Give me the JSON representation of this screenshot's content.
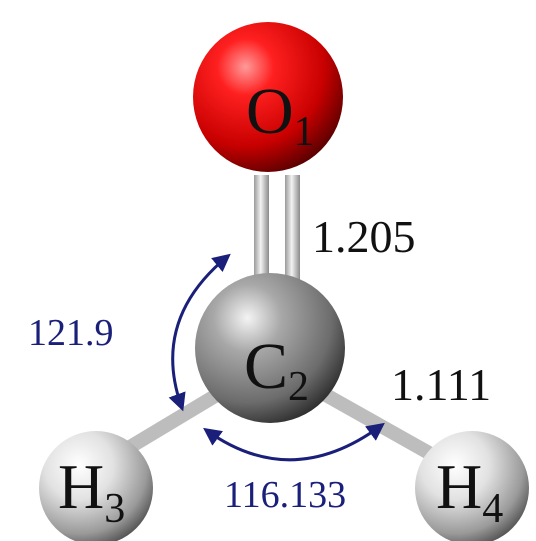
{
  "atoms": {
    "o1": {
      "symbol": "O",
      "index": "1",
      "color": "#e00000"
    },
    "c2": {
      "symbol": "C",
      "index": "2",
      "color": "#8a8a8a"
    },
    "h3": {
      "symbol": "H",
      "index": "3",
      "color": "#d8d8d8"
    },
    "h4": {
      "symbol": "H",
      "index": "4",
      "color": "#d8d8d8"
    }
  },
  "bond_lengths": {
    "c_o": "1.205",
    "c_h": "1.111"
  },
  "angles": {
    "h_c_o": "121.9",
    "h_c_h": "116.133",
    "color": "#1a1f7a"
  }
}
